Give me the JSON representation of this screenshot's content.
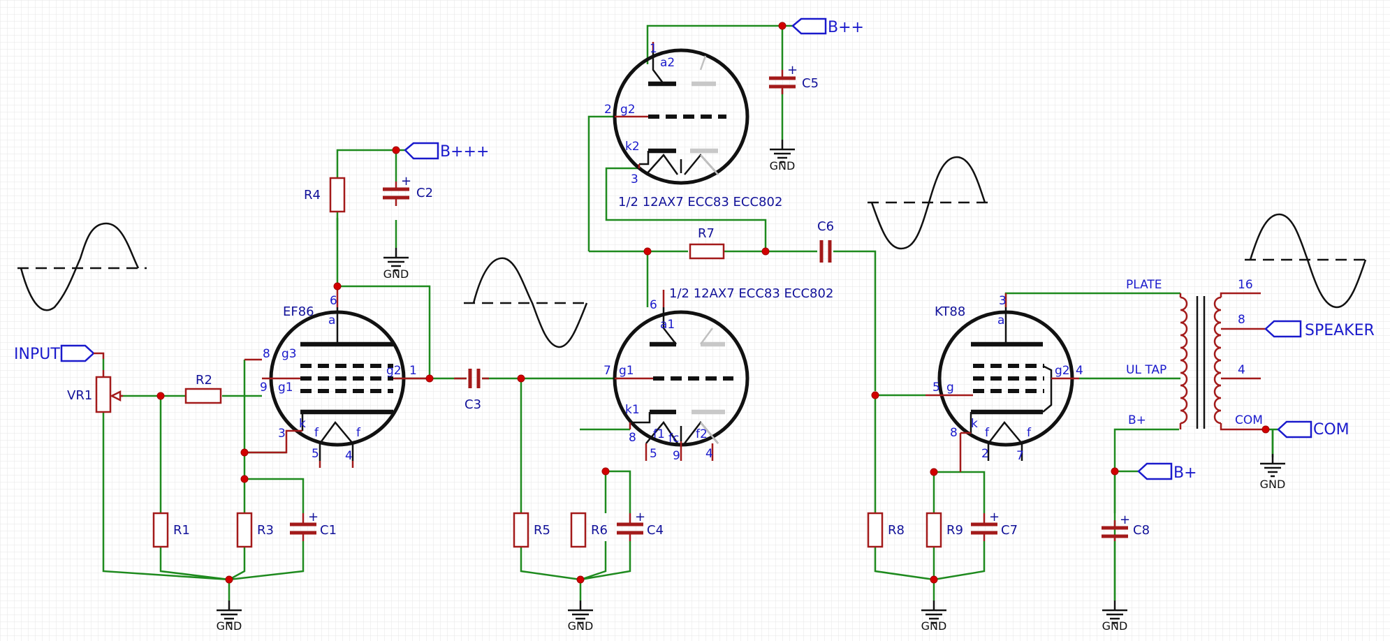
{
  "net_labels": {
    "input": "INPUT",
    "bppp": "B+++",
    "bpp": "B++",
    "bp": "B+",
    "speaker": "SPEAKER",
    "com": "COM"
  },
  "ground_label": "GND",
  "tubes": {
    "ef86": "EF86",
    "kt88": "KT88",
    "twin_upper": "1/2 12AX7 ECC83 ECC802",
    "twin_lower": "1/2 12AX7 ECC83 ECC802"
  },
  "refs": {
    "VR1": "VR1",
    "R1": "R1",
    "R2": "R2",
    "R3": "R3",
    "R4": "R4",
    "R5": "R5",
    "R6": "R6",
    "R7": "R7",
    "R8": "R8",
    "R9": "R9",
    "C1": "C1",
    "C2": "C2",
    "C3": "C3",
    "C4": "C4",
    "C5": "C5",
    "C6": "C6",
    "C7": "C7",
    "C8": "C8"
  },
  "transformer_labels": {
    "plate": "PLATE",
    "ul_tap": "UL TAP",
    "bplus": "B+",
    "com": "COM",
    "tap16": "16",
    "tap8": "8",
    "tap4": "4"
  },
  "electrodes": {
    "a": "a",
    "g1": "g1",
    "g2": "g2",
    "g3": "g3",
    "k": "k",
    "f": "f",
    "g": "g",
    "a1": "a1",
    "a2": "a2",
    "k1": "k1",
    "k2": "k2",
    "f1": "f1",
    "f2": "f2",
    "fc": "fc"
  },
  "pins": {
    "p1": "1",
    "p2": "2",
    "p3": "3",
    "p4": "4",
    "p5": "5",
    "p6": "6",
    "p7": "7",
    "p8": "8",
    "p9": "9"
  },
  "polarity": "+",
  "colors": {
    "wire": "#1e8a1e",
    "component": "#a31a1a",
    "junction": "#d20000",
    "label": "#1a1acc",
    "background_grid": "#e4e4e4"
  }
}
